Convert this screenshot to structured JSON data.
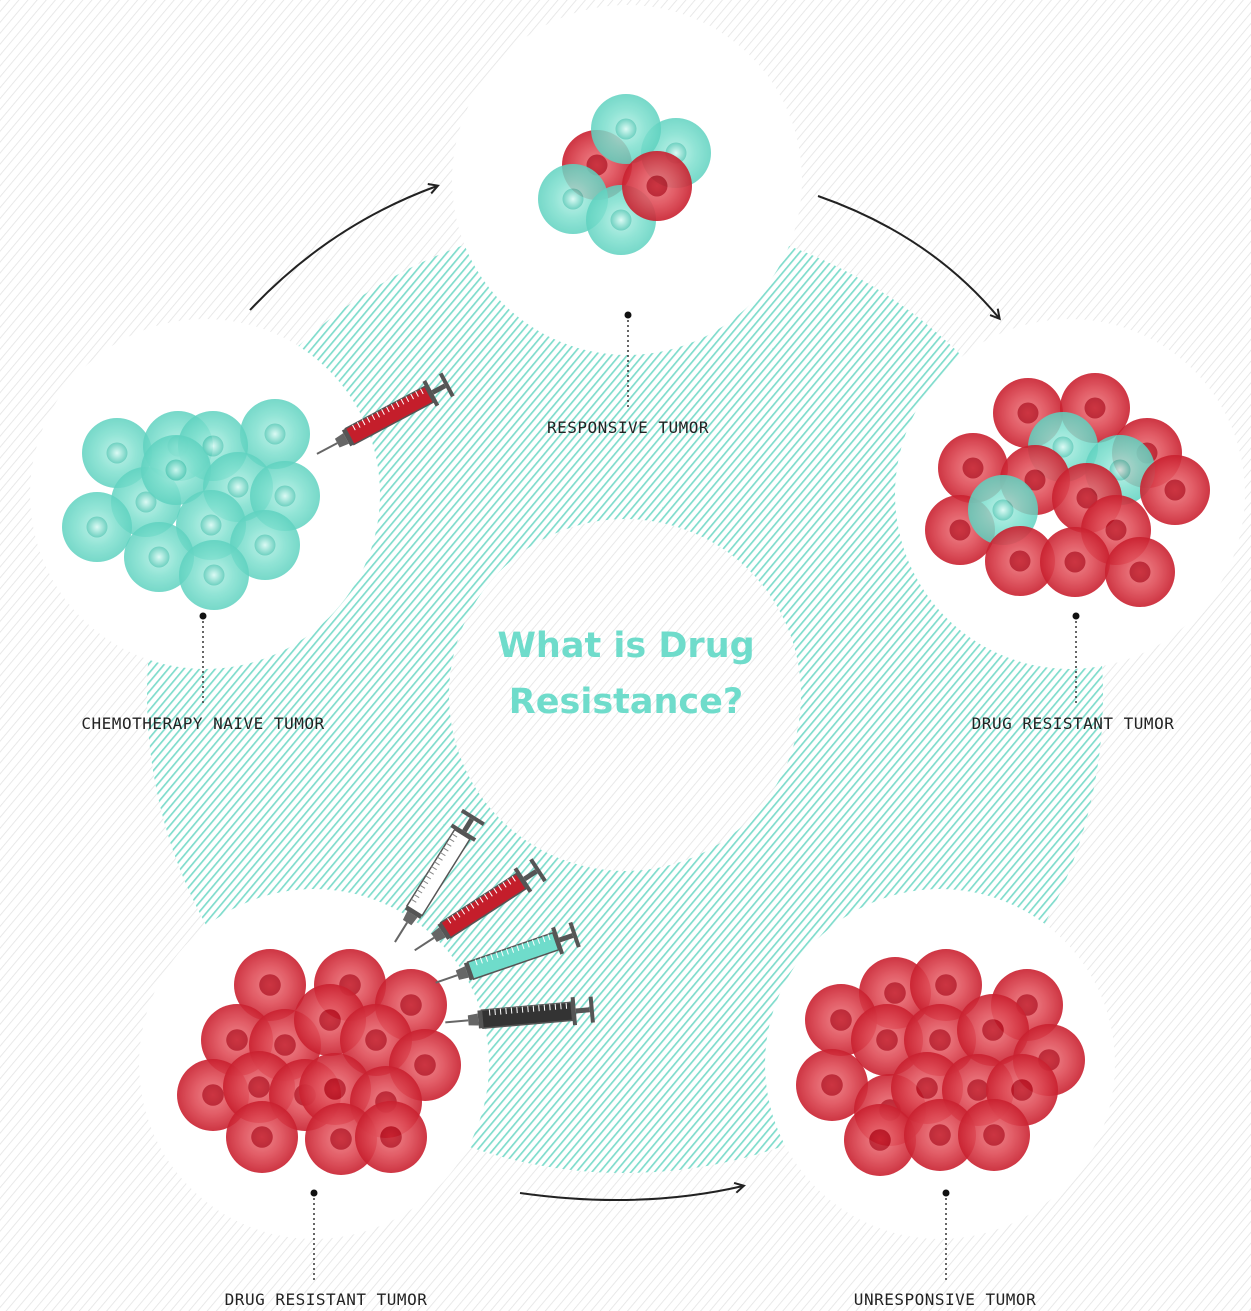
{
  "title": "What is Drug Resistance?",
  "labels": {
    "responsive": "RESPONSIVE TUMOR",
    "naive": "CHEMOTHERAPY NAIVE TUMOR",
    "resistant_right": "DRUG RESISTANT TUMOR",
    "resistant_bottom": "DRUG RESISTANT TUMOR",
    "unresponsive": "UNRESPONSIVE TUMOR"
  },
  "colors": {
    "teal_cell": "#6fdccb",
    "red_cell": "#d8323f",
    "teal_band": "#7fdccc",
    "hatch": "#e6e6e6",
    "arrow": "#222222"
  },
  "icons": [
    "syringe-red-icon",
    "syringe-white-icon",
    "syringe-teal-icon",
    "syringe-black-icon",
    "cycle-arrow-icon"
  ]
}
